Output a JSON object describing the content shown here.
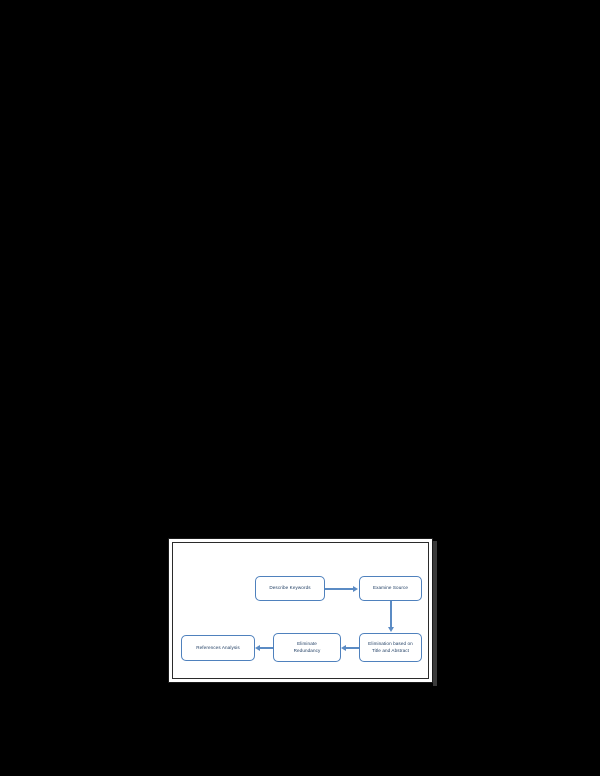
{
  "document": {
    "background_color": "#000000",
    "page_color": "#ffffff",
    "frame_color": "#2b2b2b"
  },
  "figure": {
    "accent_color": "#4f81bd",
    "arrow_color": "#5b8bc4",
    "text_color": "#17365d",
    "nodes": [
      {
        "id": "describe-keywords",
        "label": "Describe Keywords"
      },
      {
        "id": "examine-source",
        "label": "Examine Source"
      },
      {
        "id": "elimination",
        "line1": "Elimination based on",
        "line2": "Title and Abstract"
      },
      {
        "id": "eliminate-redundancy",
        "line1": "Eliminate",
        "line2": "Redundancy"
      },
      {
        "id": "references-analysis",
        "label": "References Analysis"
      }
    ],
    "connectors": [
      {
        "id": "keywords-to-source",
        "from": "describe-keywords",
        "to": "examine-source",
        "direction": "right"
      },
      {
        "id": "source-to-elimination",
        "from": "examine-source",
        "to": "elimination",
        "direction": "down"
      },
      {
        "id": "elimination-to-redundancy",
        "from": "elimination",
        "to": "eliminate-redundancy",
        "direction": "left"
      },
      {
        "id": "redundancy-to-references",
        "from": "eliminate-redundancy",
        "to": "references-analysis",
        "direction": "left"
      }
    ]
  }
}
